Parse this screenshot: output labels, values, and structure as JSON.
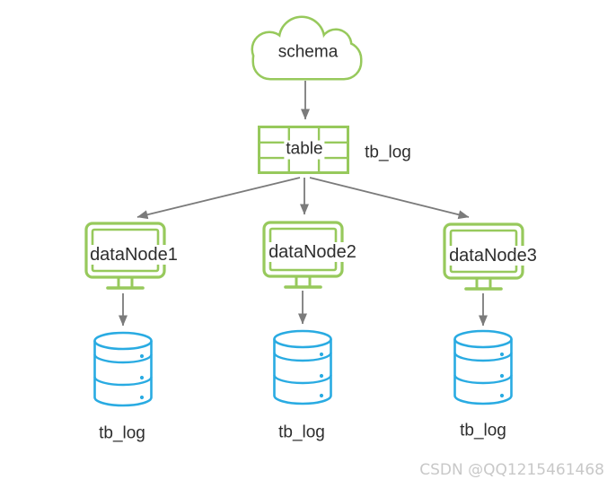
{
  "diagram": {
    "cloud": {
      "label": "schema"
    },
    "table": {
      "label": "table",
      "name": "tb_log"
    },
    "nodes": [
      {
        "label": "dataNode1",
        "database_label": "tb_log"
      },
      {
        "label": "dataNode2",
        "database_label": "tb_log"
      },
      {
        "label": "dataNode3",
        "database_label": "tb_log"
      }
    ],
    "watermark": "CSDN @QQ1215461468",
    "colors": {
      "green": "#97C95C",
      "blue": "#29ABE2",
      "arrow": "#7B7B7B",
      "text": "#2D2D2D",
      "watermark": "#C8C8C8"
    }
  }
}
